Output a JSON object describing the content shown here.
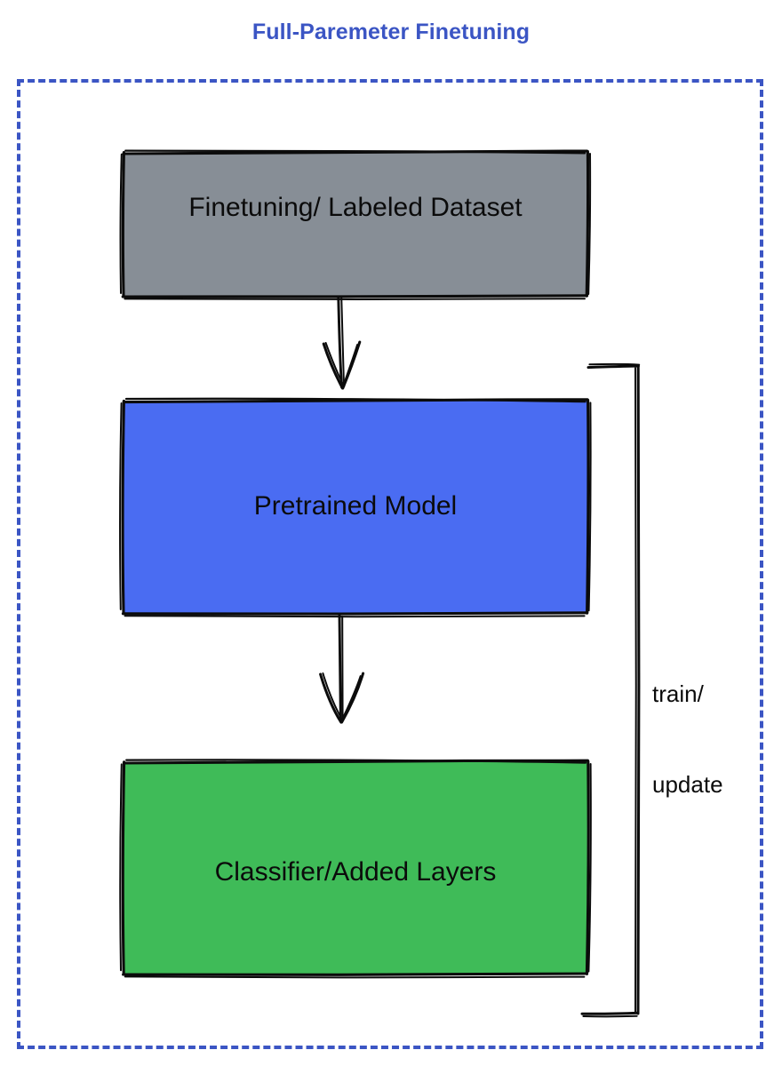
{
  "diagram": {
    "title": "Full-Paremeter Finetuning",
    "title_color": "#3b55c4",
    "frame": {
      "style": "dashed",
      "color": "#3b55c4"
    },
    "nodes": [
      {
        "id": "dataset",
        "label": "Finetuning/ Labeled Dataset",
        "fill": "#878e96",
        "stroke": "#0b0b0b",
        "text_color": "#0b0b0b"
      },
      {
        "id": "pretrained",
        "label": "Pretrained Model",
        "fill": "#4a6cf2",
        "stroke": "#0b0b0b",
        "text_color": "#0b0b0b"
      },
      {
        "id": "classifier",
        "label": "Classifier/Added Layers",
        "fill": "#3fbb58",
        "stroke": "#0b0b0b",
        "text_color": "#0b0b0b"
      }
    ],
    "edges": [
      {
        "id": "dataset-to-pretrained",
        "from": "dataset",
        "to": "pretrained",
        "label": "",
        "arrowhead": true
      },
      {
        "id": "pretrained-to-classifier",
        "from": "pretrained",
        "to": "classifier",
        "label": "",
        "arrowhead": true
      },
      {
        "id": "classifier-to-pretrained-loop",
        "from": "classifier",
        "to": "pretrained",
        "label_line1": "train/",
        "label_line2": "update",
        "arrowhead": false
      }
    ]
  }
}
